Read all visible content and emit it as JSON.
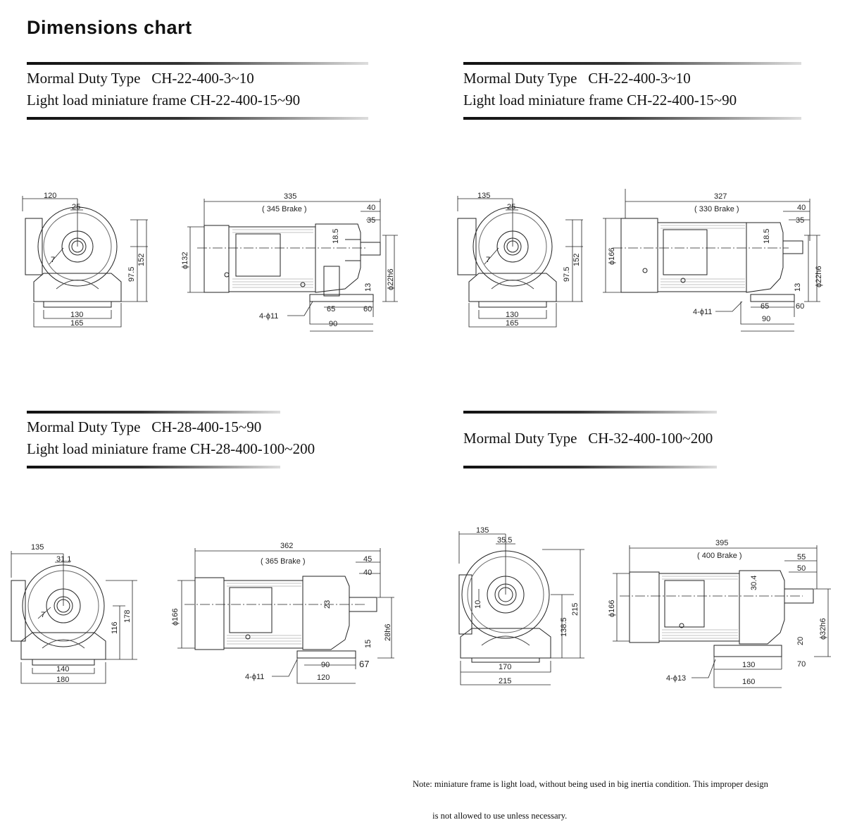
{
  "page_title": "Dimensions chart",
  "sections": [
    {
      "line1": "Mormal Duty Type   CH-22-400-3~10",
      "line2": "Light load miniature frame CH-22-400-15~90",
      "front": {
        "width_top": "120",
        "offset": "25",
        "key": "7",
        "h1": "97.5",
        "h2": "152",
        "base1": "130",
        "base2": "165"
      },
      "side": {
        "length": "335",
        "brake": "( 345 Brake )",
        "s1": "40",
        "s2": "35",
        "keyh": "18.5",
        "dia": "ϕ132",
        "shaft": "ϕ22h6",
        "foot": "13",
        "holes": "4-ϕ11",
        "b1": "65",
        "b2": "60",
        "b3": "90"
      }
    },
    {
      "line1": "Mormal Duty Type   CH-22-400-3~10",
      "line2": "Light load miniature frame CH-22-400-15~90",
      "front": {
        "width_top": "135",
        "offset": "25",
        "key": "7",
        "h1": "97.5",
        "h2": "152",
        "base1": "130",
        "base2": "165"
      },
      "side": {
        "length": "327",
        "brake": "( 330 Brake )",
        "s1": "40",
        "s2": "35",
        "keyh": "18.5",
        "dia": "ϕ166",
        "shaft": "ϕ22h6",
        "foot": "13",
        "holes": "4-ϕ11",
        "b1": "65",
        "b2": "60",
        "b3": "90"
      }
    },
    {
      "line1": "Mormal Duty Type   CH-28-400-15~90",
      "line2": "Light load miniature frame CH-28-400-100~200",
      "front": {
        "width_top": "135",
        "offset": "31.1",
        "key": "7",
        "h1": "116",
        "h2": "178",
        "base1": "140",
        "base2": "180"
      },
      "side": {
        "length": "362",
        "brake": "( 365 Brake )",
        "s1": "45",
        "s2": "40",
        "keyh": "23",
        "dia": "ϕ166",
        "shaft": "28h6",
        "foot": "15",
        "holes": "4-ϕ11",
        "b1": "90",
        "b2": "67",
        "b3": "120"
      }
    },
    {
      "line1": "Mormal Duty Type   CH-32-400-100~200",
      "line2": "",
      "front": {
        "width_top": "135",
        "offset": "35.5",
        "key": "10",
        "h1": "138.5",
        "h2": "215",
        "base1": "170",
        "base2": "215"
      },
      "side": {
        "length": "395",
        "brake": "( 400 Brake )",
        "s1": "55",
        "s2": "50",
        "keyh": "30.4",
        "dia": "ϕ166",
        "shaft": "ϕ32h6",
        "foot": "20",
        "holes": "4-ϕ13",
        "b1": "130",
        "b2": "70",
        "b3": "160"
      }
    }
  ],
  "note": {
    "line1": "Note: miniature frame is light load, without being used in big inertia condition. This improper design",
    "line2": "         is not allowed to use unless necessary."
  }
}
